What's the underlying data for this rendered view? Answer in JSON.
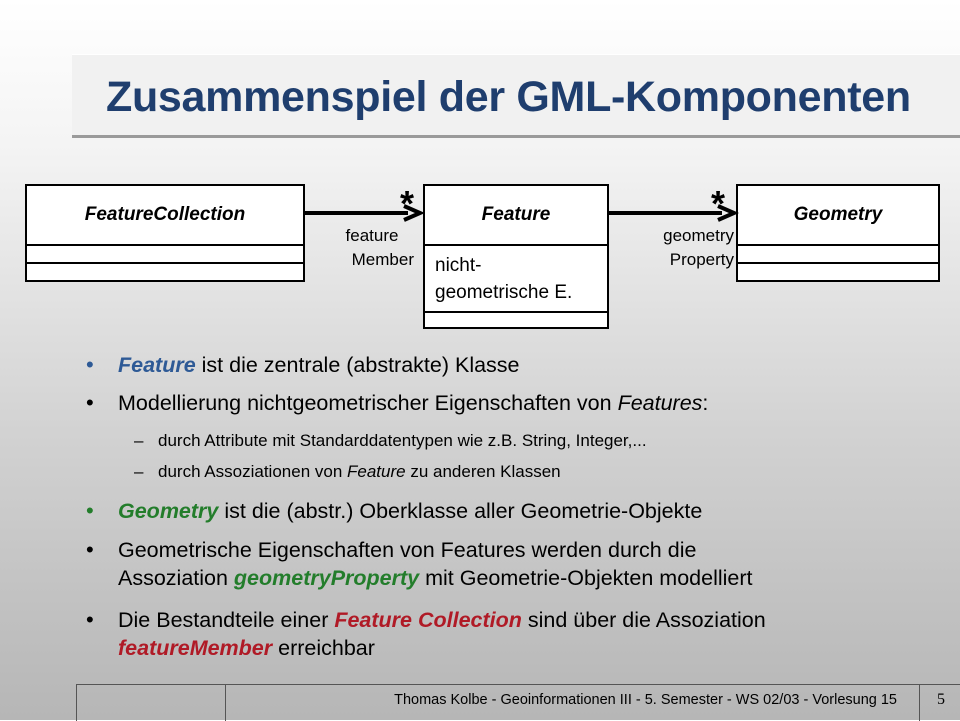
{
  "title": "Zusammenspiel der GML-Komponenten",
  "diagram": {
    "classes": [
      {
        "name": "FeatureCollection",
        "attributes": ""
      },
      {
        "name": "Feature",
        "attributes": "nicht-\ngeometrische E."
      },
      {
        "name": "Geometry",
        "attributes": ""
      }
    ],
    "associations": [
      {
        "label_line1": "feature",
        "label_line2": "Member",
        "multiplicity": "*"
      },
      {
        "label_line1": "geometry",
        "label_line2": "Property",
        "multiplicity": "*"
      }
    ]
  },
  "bullets": {
    "b1": {
      "kw": "Feature",
      "rest": " ist die zentrale (abstrakte) Klasse"
    },
    "b2": {
      "pre": "Modellierung nichtgeometrischer Eigenschaften von ",
      "it": "Features",
      "post": ":"
    },
    "s1": {
      "text": "durch Attribute mit Standarddatentypen wie z.B. String, Integer,..."
    },
    "s2": {
      "pre": "durch Assoziationen von ",
      "it": "Feature",
      "post": " zu anderen Klassen"
    },
    "b3": {
      "kw": "Geometry",
      "rest": " ist die (abstr.) Oberklasse aller Geometrie-Objekte"
    },
    "b4": {
      "line1": "Geometrische Eigenschaften von Features werden durch die",
      "pre2": "Assoziation ",
      "kw": "geometryProperty",
      "post2": " mit Geometrie-Objekten modelliert"
    },
    "b5": {
      "pre1": "Die Bestandteile einer ",
      "kw1": "Feature Collection",
      "post1": " sind über die Assoziation",
      "kw2": "featureMember",
      "post2": " erreichbar"
    },
    "bullet_char": "•",
    "dash_char": "–"
  },
  "footer": {
    "text": "Thomas Kolbe  -  Geoinformationen III  -  5. Semester  -  WS 02/03  -  Vorlesung 15",
    "page": "5"
  },
  "colors": {
    "title": "#1f3e6e",
    "feature": "#2e5a96",
    "geometry": "#237d2b",
    "collection": "#b01a26"
  }
}
